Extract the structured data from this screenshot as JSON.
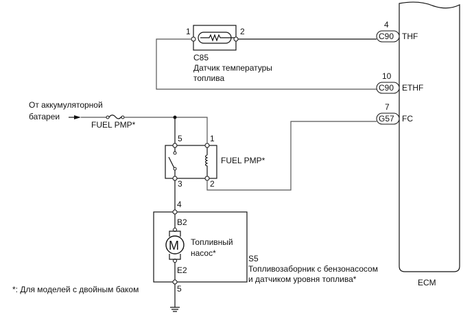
{
  "sensor": {
    "code": "C85",
    "name_line1": "Датчик температуры",
    "name_line2": "топлива",
    "pin_left": "1",
    "pin_right": "2"
  },
  "ecm": {
    "label": "ECM",
    "terminals": [
      {
        "pin": "4",
        "connector": "C90",
        "signal": "THF"
      },
      {
        "pin": "10",
        "connector": "C90",
        "signal": "ETHF"
      },
      {
        "pin": "7",
        "connector": "G57",
        "signal": "FC"
      }
    ]
  },
  "battery": {
    "line1": "От аккумуляторной",
    "line2": "батареи"
  },
  "fuse": {
    "label": "FUEL PMP*"
  },
  "relay": {
    "label": "FUEL PMP*",
    "pins": {
      "top_left": "5",
      "top_right": "1",
      "bottom_left": "3",
      "bottom_right": "2"
    }
  },
  "pump_assembly": {
    "code": "S5",
    "name_line1": "Топливозаборник с бензонасосом",
    "name_line2": "и датчиком уровня топлива*",
    "pin_top": "4",
    "pin_bottom": "5",
    "motor": {
      "symbol": "M",
      "name_line1": "Топливный",
      "name_line2": "насос*",
      "terminal_top": "B2",
      "terminal_bottom": "E2"
    }
  },
  "footnote": "*: Для моделей с двойным баком"
}
